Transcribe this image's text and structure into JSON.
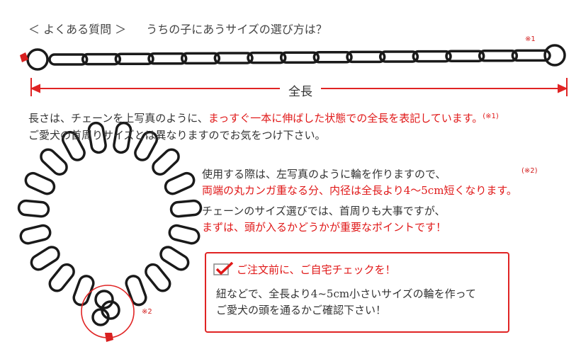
{
  "faq": {
    "label": "＜ よくある質問 ＞",
    "question": "うちの子にあうサイズの選び方は？"
  },
  "chain_note_top": "※1",
  "length_label": "全長",
  "para1": {
    "line1_a": "長さは、チェーンを上写真のように、",
    "line1_red": "まっすぐ一本に伸ばした状態での全長を表記しています。",
    "line1_note": "(※1)",
    "line2": "ご愛犬の首周りサイズとは異なりますのでお気をつけ下さい。"
  },
  "para2": {
    "line1": "使用する際は、左写真のように輪を作りますので、",
    "note": "(※2)",
    "line2_red": "両端の丸カンガ重なる分、内径は全長より4～5cm短くなります。"
  },
  "para3": {
    "line1": "チェーンのサイズ選びでは、首周りも大事ですが、",
    "line2_red": "まずは、頭が入るかどうかが重要なポイントです！"
  },
  "check": {
    "title": "ご注文前に、ご自宅チェックを！",
    "body_line1": "紐などで、全長より4~5cm小さいサイズの輪を作って",
    "body_line2": "ご愛犬の頭を通るかご確認下さい！"
  },
  "chain_note_bottom": "※2",
  "colors": {
    "accent_red": "#e01818",
    "chain": "#1a1a1a"
  }
}
